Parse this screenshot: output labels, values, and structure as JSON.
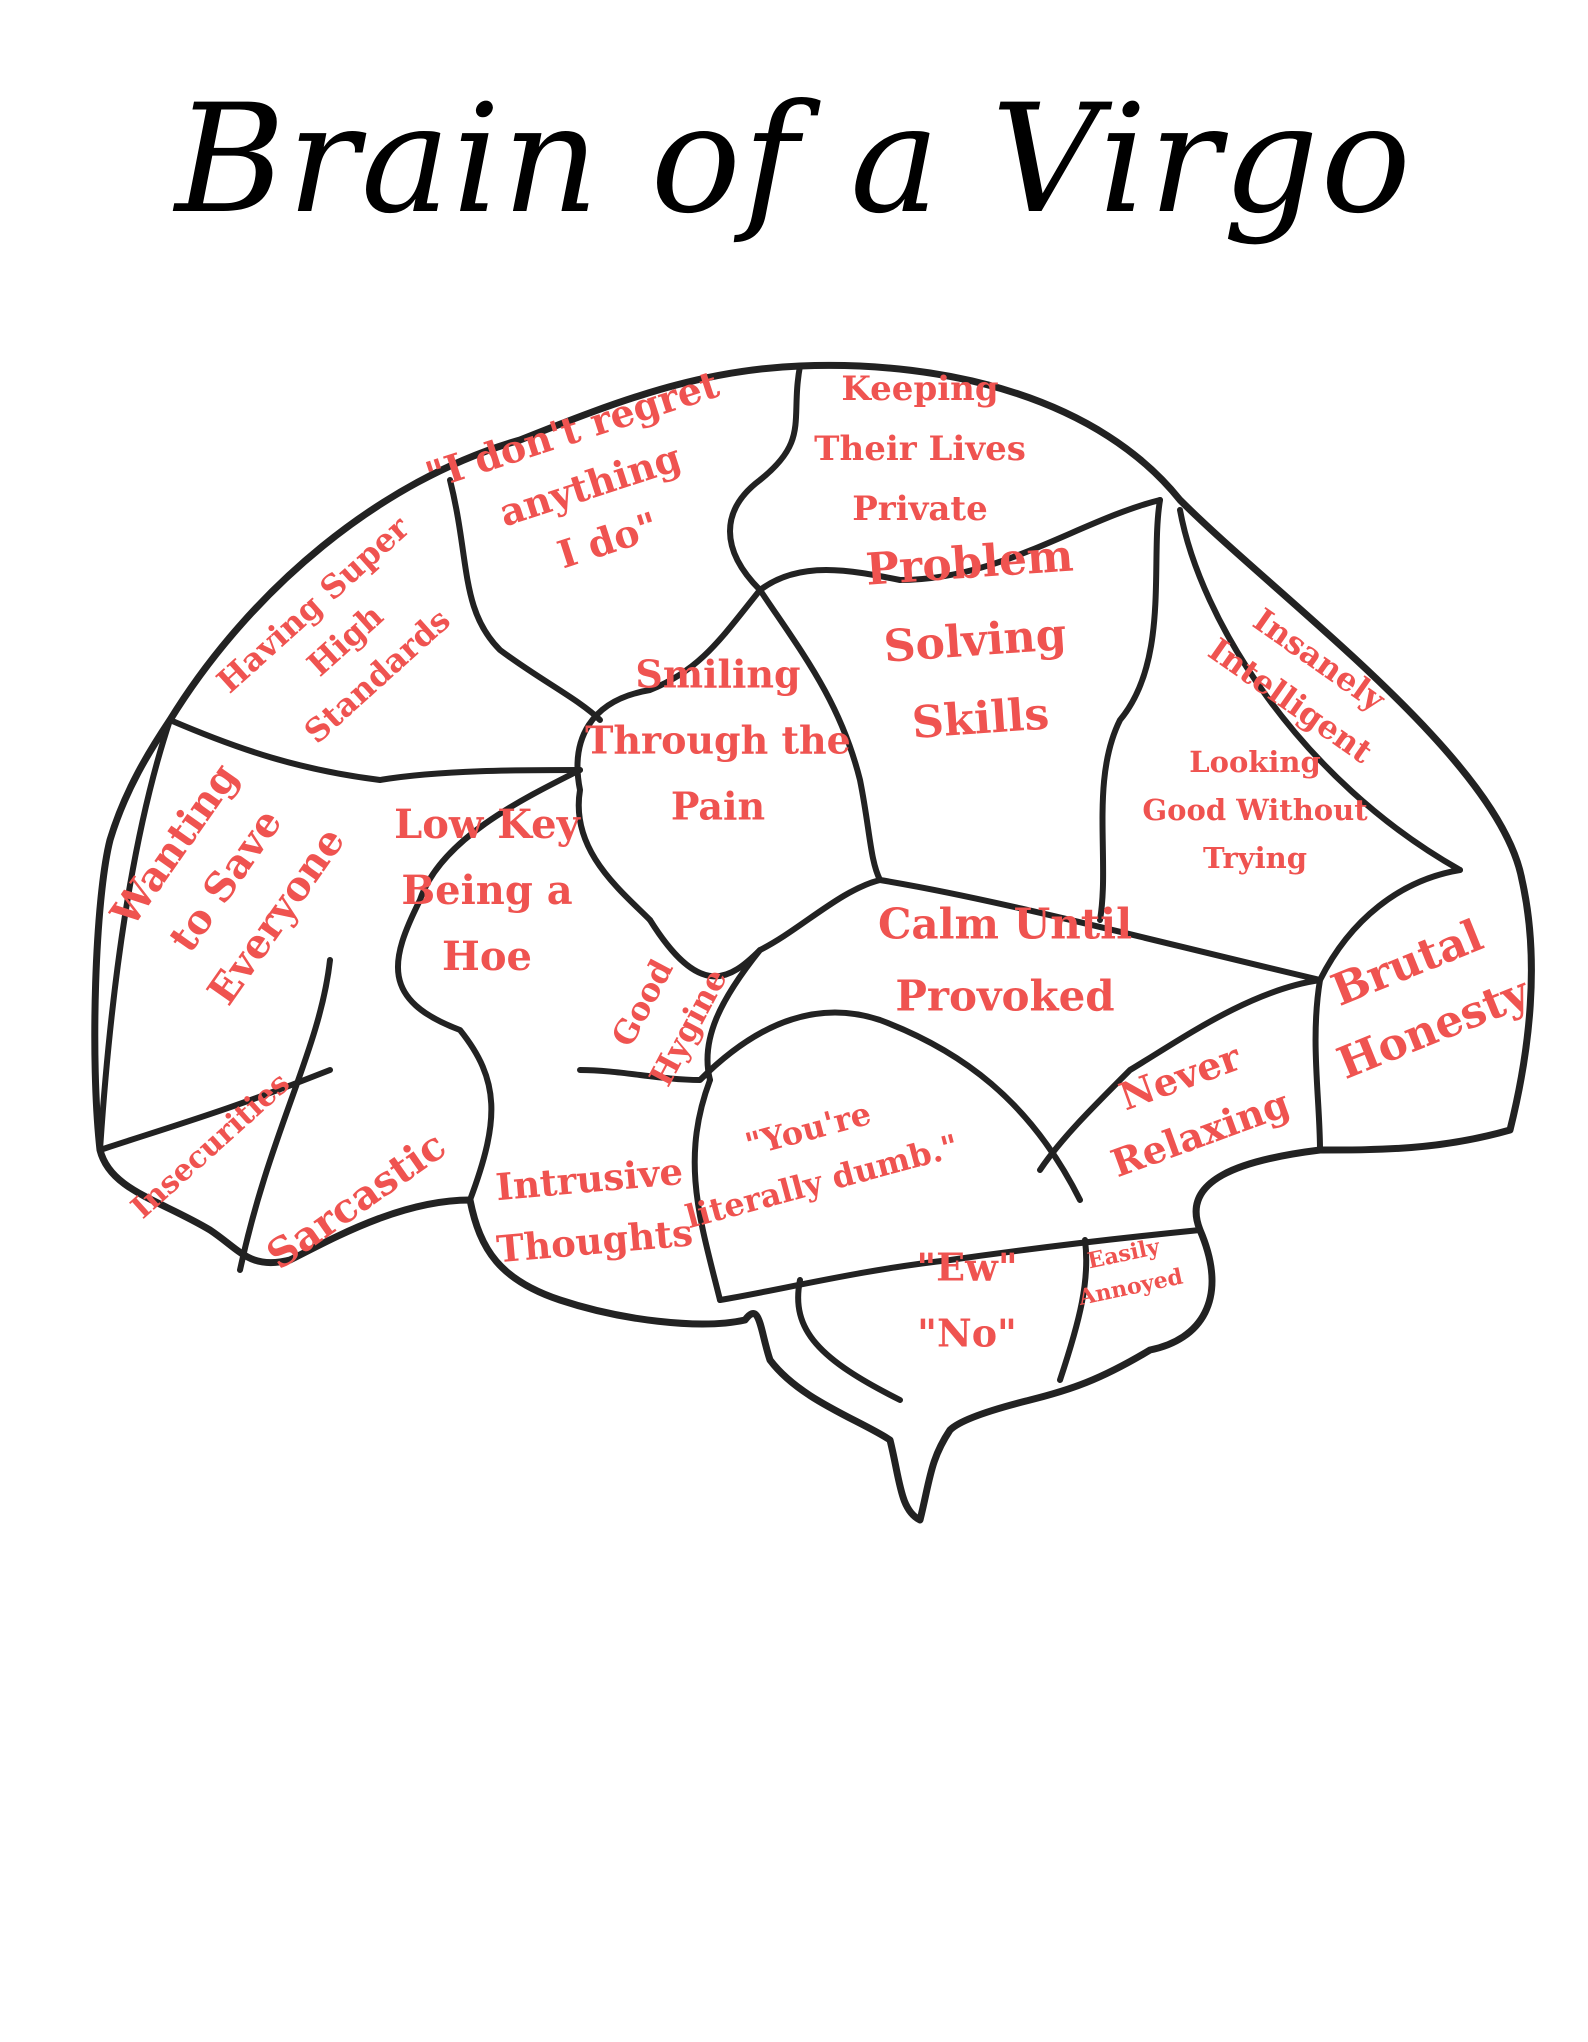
{
  "title": "Brain of a Virgo",
  "colors": {
    "label": "#ef5350",
    "line": "#222222",
    "background": "#ffffff"
  },
  "regions": [
    {
      "id": "having-super-high-standards",
      "lines": [
        "Having Super",
        "High",
        "Standards"
      ]
    },
    {
      "id": "i-dont-regret",
      "lines": [
        "\"I don't regret",
        "anything",
        "I do\""
      ]
    },
    {
      "id": "keeping-lives-private",
      "lines": [
        "Keeping",
        "Their Lives",
        "Private"
      ]
    },
    {
      "id": "problem-solving",
      "lines": [
        "Problem",
        "Solving",
        "Skills"
      ]
    },
    {
      "id": "insanely-intelligent",
      "lines": [
        "Insanely",
        "Intelligent"
      ]
    },
    {
      "id": "looking-good",
      "lines": [
        "Looking",
        "Good Without",
        "Trying"
      ]
    },
    {
      "id": "smiling-through-pain",
      "lines": [
        "Smiling",
        "Through the",
        "Pain"
      ]
    },
    {
      "id": "wanting-to-save",
      "lines": [
        "Wanting",
        "to Save",
        "Everyone"
      ]
    },
    {
      "id": "low-key-hoe",
      "lines": [
        "Low Key",
        "Being a",
        "Hoe"
      ]
    },
    {
      "id": "good-hygine",
      "lines": [
        "Good",
        "Hygine"
      ]
    },
    {
      "id": "calm-until-provoked",
      "lines": [
        "Calm Until",
        "Provoked"
      ]
    },
    {
      "id": "brutal-honesty",
      "lines": [
        "Brutal",
        "Honesty"
      ]
    },
    {
      "id": "never-relaxing",
      "lines": [
        "Never",
        "Relaxing"
      ]
    },
    {
      "id": "youre-literally-dumb",
      "lines": [
        "\"You're",
        "literally dumb.\""
      ]
    },
    {
      "id": "insecurities",
      "lines": [
        "Insecurities"
      ]
    },
    {
      "id": "sarcastic",
      "lines": [
        "Sarcastic"
      ]
    },
    {
      "id": "intrusive-thoughts",
      "lines": [
        "Intrusive",
        "Thoughts"
      ]
    },
    {
      "id": "ew-no",
      "lines": [
        "\"Ew\"",
        "\"No\""
      ]
    },
    {
      "id": "easily-annoyed",
      "lines": [
        "Easily",
        "Annoyed"
      ]
    }
  ]
}
